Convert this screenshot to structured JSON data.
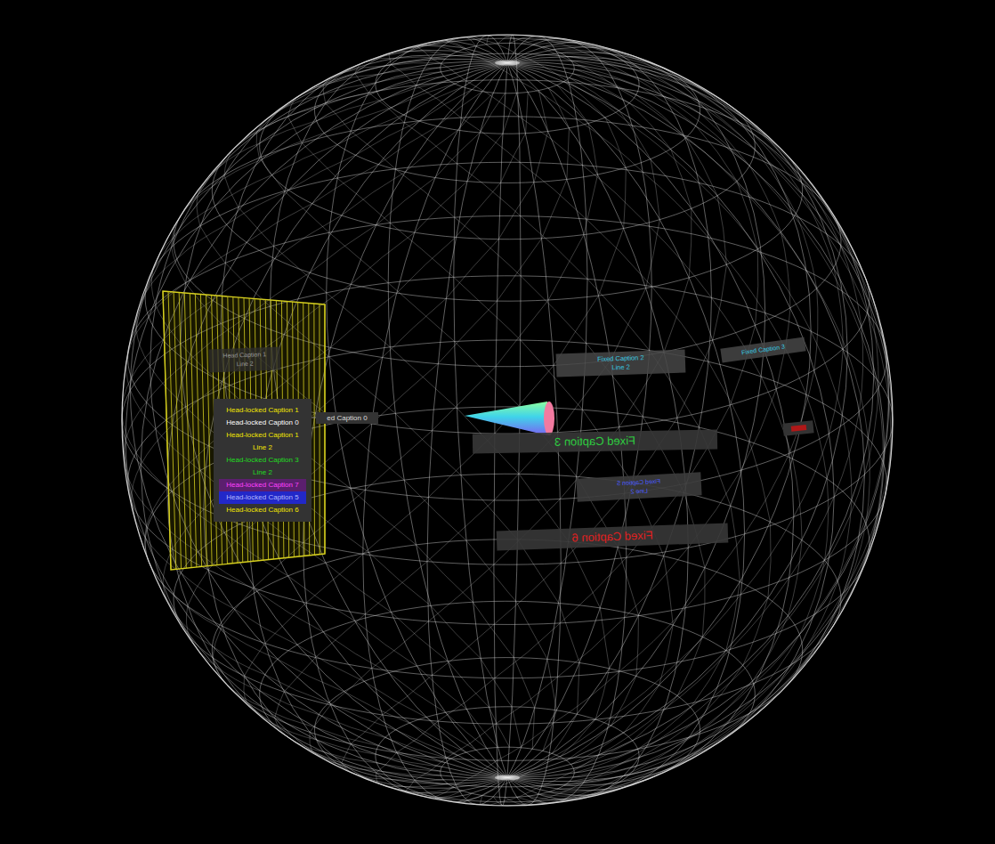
{
  "diagram": {
    "nodes": [
      {
        "text": [
          "Head Caption 1",
          "Line 2"
        ]
      },
      {
        "text": [
          "Head-locked Caption 1",
          "Head-locked Caption 0",
          "Head-locked Caption 1",
          "Line 2",
          "Head-locked Caption 3",
          "Line 2",
          "Head-locked Caption 7",
          "Head-locked Caption 5",
          "Head-locked Caption 6"
        ]
      },
      {
        "text": [
          "ed Caption 0"
        ]
      },
      {
        "text": [
          "Fixed Caption 2",
          "Line 2"
        ]
      },
      {
        "text": [
          "Fixed Caption 3"
        ]
      },
      {
        "text": [
          "Fixed Caption 3"
        ]
      },
      {
        "text": [
          "Fixed Caption 5",
          "Line 2"
        ]
      },
      {
        "text": [
          "Fixed Caption 6"
        ]
      }
    ]
  }
}
